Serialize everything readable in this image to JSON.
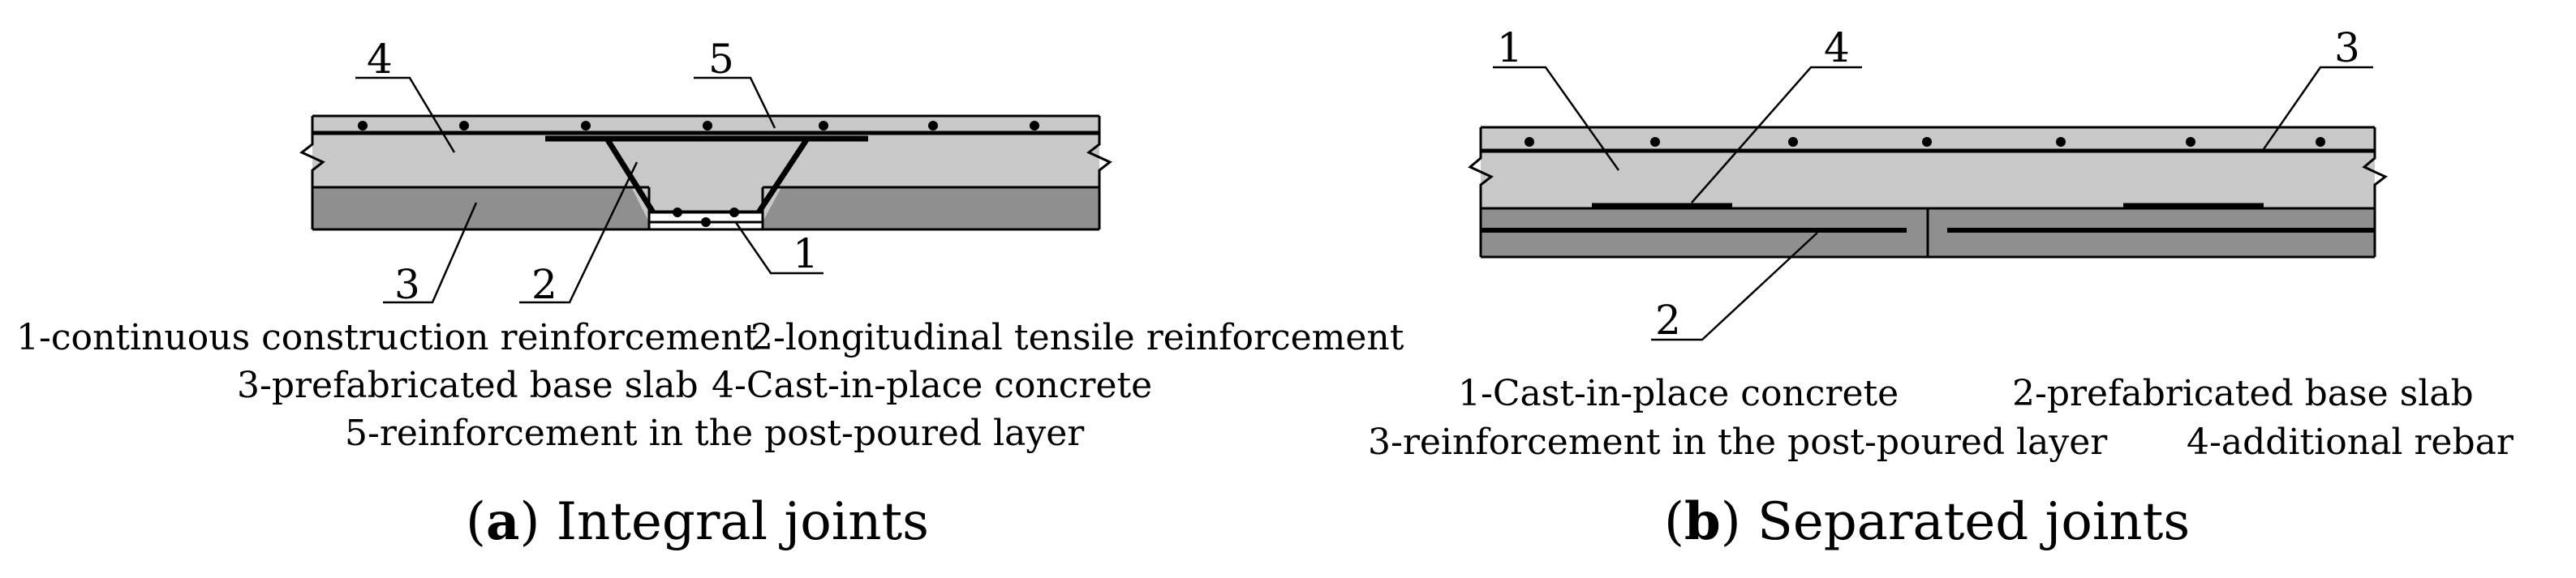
{
  "panel_a": {
    "numbers": [
      "4",
      "5",
      "3",
      "2",
      "1"
    ],
    "legend": [
      "1-continuous construction reinforcement",
      "2-longitudinal tensile reinforcement",
      "3-prefabricated base slab",
      "4-Cast-in-place concrete",
      "5-reinforcement in the post-poured layer"
    ],
    "caption_letter": "a",
    "caption_text": " Integral joints"
  },
  "panel_b": {
    "numbers": [
      "1",
      "4",
      "3",
      "2"
    ],
    "legend": [
      "1-Cast-in-place concrete",
      "2-prefabricated base slab",
      "3-reinforcement in the post-poured layer",
      "4-additional rebar"
    ],
    "caption_letter": "b",
    "caption_text": " Separated joints"
  },
  "colors": {
    "cast_in_place": "#c8c8c8",
    "base_slab": "#8f8f8f",
    "rebar": "#000000"
  }
}
